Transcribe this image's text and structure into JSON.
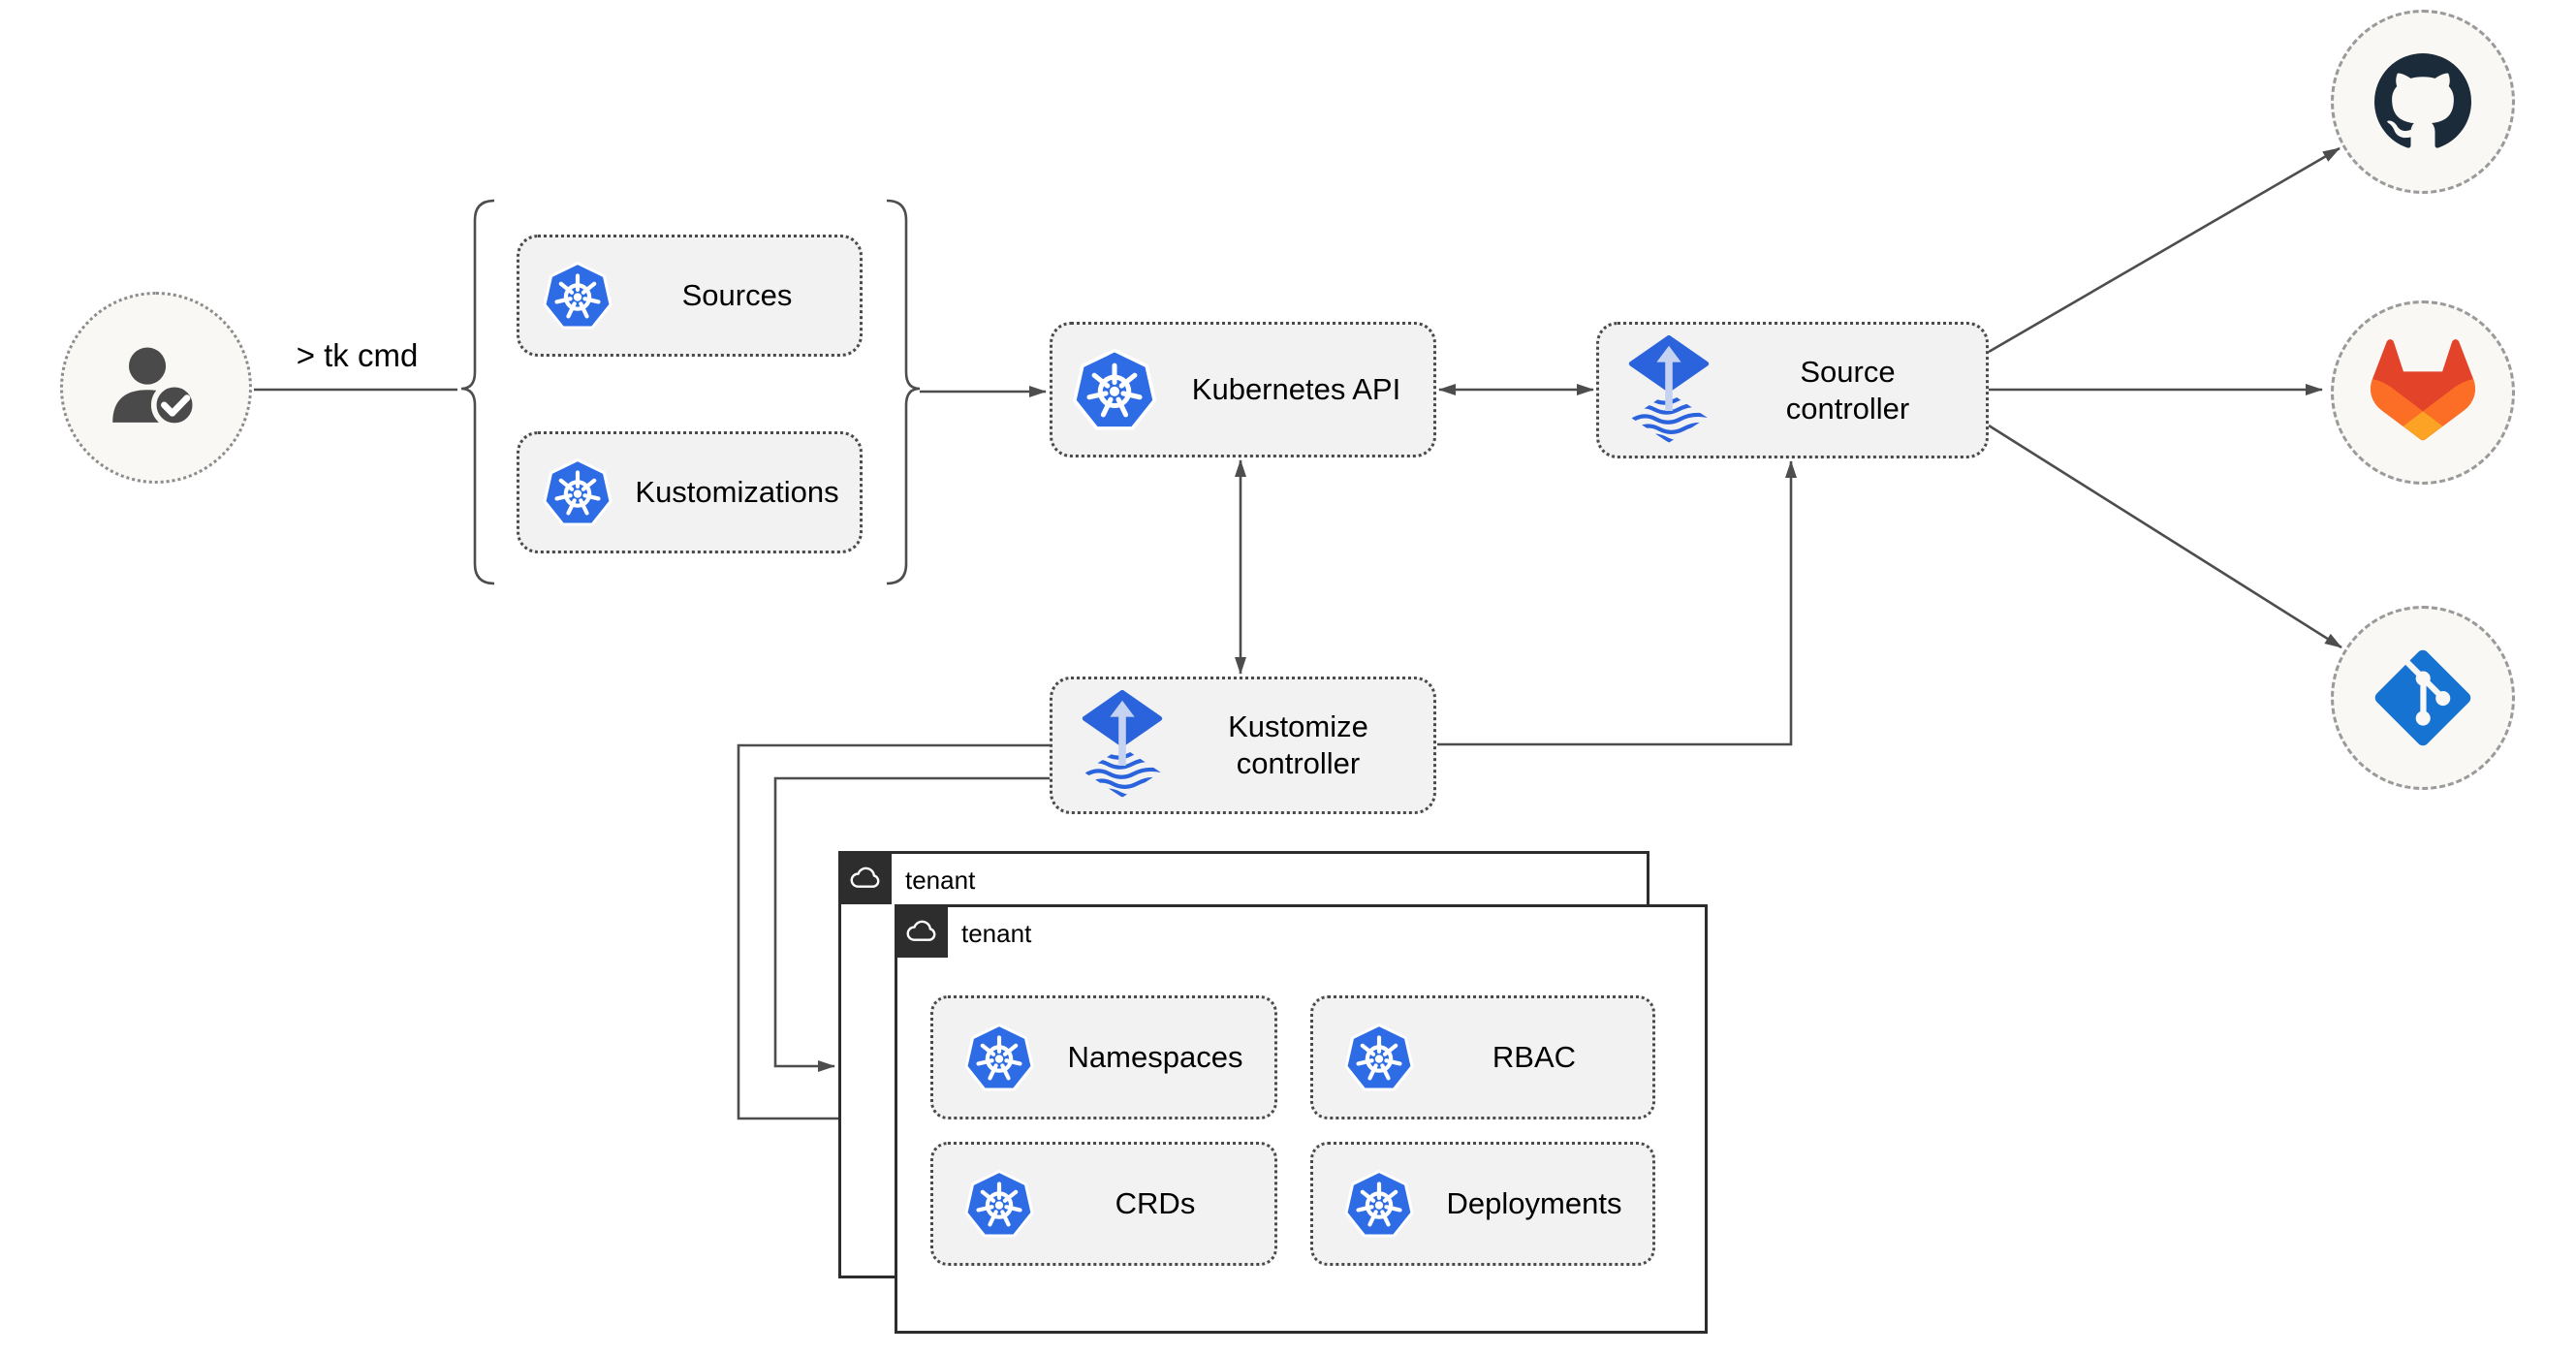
{
  "colors": {
    "kubernetes-blue": "#2e6ce5",
    "flux-blue": "#2b63dd",
    "flux-arrow-light": "#c5d3f1",
    "github-dark": "#1b2b3a",
    "gitlab-red": "#e24329",
    "gitlab-orange": "#fc6d26",
    "gitlab-amber": "#fca326",
    "git-blue": "#1673d2",
    "connector-gray": "#4d4d4d",
    "node-fill": "#f2f2f2",
    "node-border": "#4a4a4a",
    "circle-fill": "#faf8f5",
    "tenant-dark": "#2d2d2d"
  },
  "cli": {
    "prompt": "> tk cmd",
    "user_icon": "user-check-icon"
  },
  "custom_resources": {
    "items": [
      {
        "icon": "kubernetes-icon",
        "label": "Sources"
      },
      {
        "icon": "kubernetes-icon",
        "label": "Kustomizations"
      }
    ]
  },
  "cluster": {
    "kubernetes_api": {
      "icon": "kubernetes-icon",
      "label": "Kubernetes API"
    },
    "source_controller": {
      "icon": "flux-icon",
      "label": "Source controller"
    },
    "kustomize_controller": {
      "icon": "flux-icon",
      "label": "Kustomize controller"
    }
  },
  "repositories": [
    {
      "icon": "github-icon"
    },
    {
      "icon": "gitlab-icon"
    },
    {
      "icon": "git-icon"
    }
  ],
  "tenants": [
    {
      "icon": "cloud-icon",
      "label": "tenant"
    },
    {
      "icon": "cloud-icon",
      "label": "tenant",
      "resources": [
        {
          "icon": "kubernetes-icon",
          "label": "Namespaces"
        },
        {
          "icon": "kubernetes-icon",
          "label": "RBAC"
        },
        {
          "icon": "kubernetes-icon",
          "label": "CRDs"
        },
        {
          "icon": "kubernetes-icon",
          "label": "Deployments"
        }
      ]
    }
  ],
  "connections": [
    {
      "from": "user",
      "to": "custom-resources-brace",
      "arrow": "none"
    },
    {
      "from": "custom-resources-brace",
      "to": "kubernetes-api",
      "arrow": "end"
    },
    {
      "from": "kubernetes-api",
      "to": "source-controller",
      "arrow": "both"
    },
    {
      "from": "kubernetes-api",
      "to": "kustomize-controller",
      "arrow": "both"
    },
    {
      "from": "kustomize-controller",
      "to": "source-controller",
      "arrow": "end"
    },
    {
      "from": "kustomize-controller",
      "to": "tenant-front",
      "arrow": "end"
    },
    {
      "from": "kustomize-controller",
      "to": "tenant-back",
      "arrow": "end"
    },
    {
      "from": "source-controller",
      "to": "github-repository",
      "arrow": "end"
    },
    {
      "from": "source-controller",
      "to": "gitlab-repository",
      "arrow": "end"
    },
    {
      "from": "source-controller",
      "to": "git-repository",
      "arrow": "end"
    }
  ]
}
